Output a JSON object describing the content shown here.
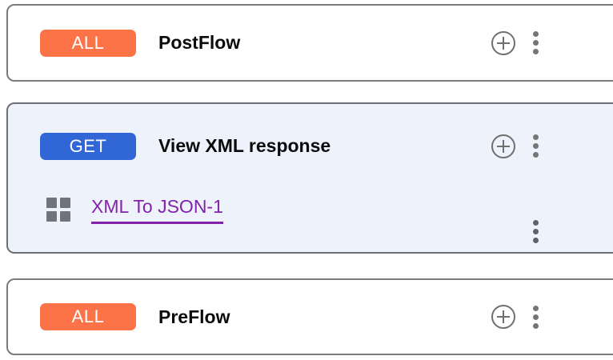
{
  "page": {
    "background": "#ffffff",
    "accent_selected_background": "#eef2fb"
  },
  "colors": {
    "badge_all": "#fc7348",
    "badge_get": "#3066d6",
    "link_purple": "#8323ac",
    "icon_gray": "#6f6f6f",
    "card_border": "#7a7a7a"
  },
  "flows": [
    {
      "name": "postflow-card",
      "method_label": "ALL",
      "method_type": "all",
      "title": "PostFlow",
      "selected": false,
      "add_icon": "plus-circle-icon",
      "menu_icon": "kebab-menu-icon",
      "steps": []
    },
    {
      "name": "view-xml-response-card",
      "method_label": "GET",
      "method_type": "get",
      "title": "View XML response",
      "selected": true,
      "add_icon": "plus-circle-icon",
      "menu_icon": "kebab-menu-icon",
      "steps": [
        {
          "icon": "policy-grid-icon",
          "label": "XML To JSON-1",
          "menu_icon": "kebab-menu-icon"
        }
      ]
    },
    {
      "name": "preflow-card",
      "method_label": "ALL",
      "method_type": "all",
      "title": "PreFlow",
      "selected": false,
      "add_icon": "plus-circle-icon",
      "menu_icon": "kebab-menu-icon",
      "steps": []
    }
  ]
}
